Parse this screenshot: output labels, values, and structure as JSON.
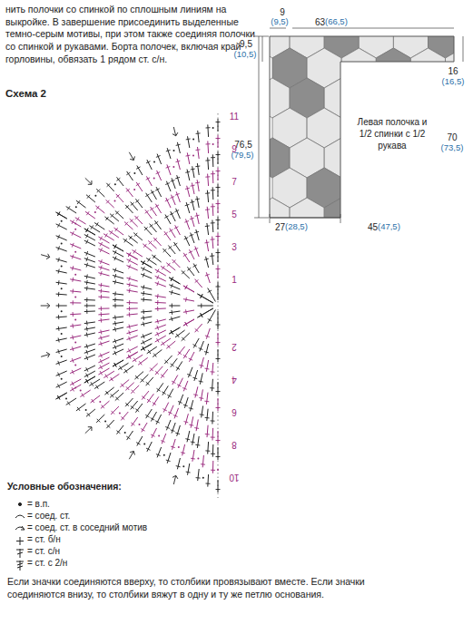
{
  "diagram": {
    "labels": [
      "нить полочки со спинкой по сплошным линиям на выкройке. В завершение присоединить выделенные темно-серым мотивы, при этом также соединяя полочки со спинкой и рукавами. Борта полочек, включая край горловины, обвязать 1 рядом ст. с/н.",
      "Схема 2",
      "9",
      "(9,5)",
      "63",
      "(66,5)",
      "9,5",
      "(10,5)",
      "16",
      "(16,5)",
      "Левая полочка и 1/2 спинки с 1/2 рукава",
      "76,5",
      "(79,5)",
      "70",
      "(73,5)",
      "27",
      "(28,5)",
      "45",
      "(47,5)",
      "11",
      "9",
      "7",
      "5",
      "3",
      "1",
      "2",
      "4",
      "6",
      "8",
      "10",
      "Условные обозначения:",
      "Если значки соединяются вверху, то столбики провязывают вместе. Если значки соединяются внизу, то столбики вяжут в одну и ту же петлю основания."
    ],
    "legend": [
      {
        "text": "= в.п."
      },
      {
        "text": "= соед. ст."
      },
      {
        "text": "= соед. ст. в соседний мотив"
      },
      {
        "text": "= ст. б/н"
      },
      {
        "text": "= ст. с/н"
      },
      {
        "text": "= ст. с 2/н"
      }
    ]
  }
}
